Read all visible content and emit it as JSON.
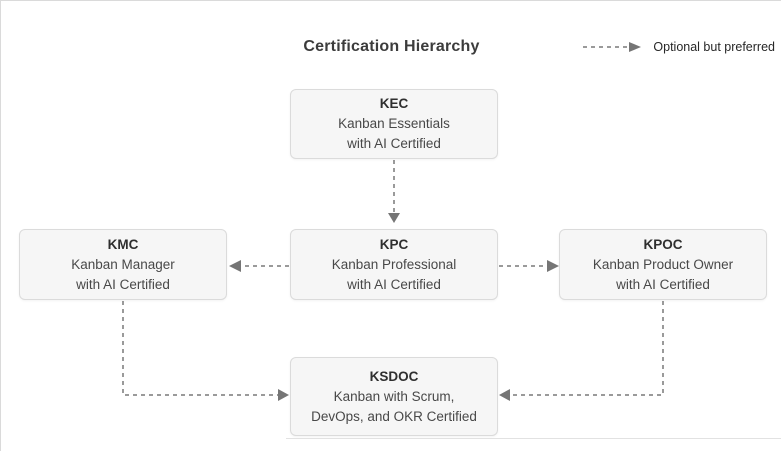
{
  "diagram": {
    "title": "Certification Hierarchy",
    "legend": {
      "label": "Optional but preferred",
      "line_style": "dashed-arrow"
    },
    "colors": {
      "box_fill": "#f6f6f6",
      "box_border": "#dbdbdb",
      "connector": "#9a9a9a",
      "arrowhead": "#757575",
      "title_text": "#3c3c3c",
      "body_text": "#484848"
    },
    "nodes": {
      "kec": {
        "code": "KEC",
        "desc": "Kanban Essentials\nwith AI Certified"
      },
      "kmc": {
        "code": "KMC",
        "desc": "Kanban Manager\nwith AI Certified"
      },
      "kpc": {
        "code": "KPC",
        "desc": "Kanban Professional\nwith AI Certified"
      },
      "kpoc": {
        "code": "KPOC",
        "desc": "Kanban Product Owner\nwith AI Certified"
      },
      "ksdoc": {
        "code": "KSDOC",
        "desc": "Kanban with Scrum,\nDevOps, and OKR Certified"
      }
    },
    "edges": [
      {
        "from": "KEC",
        "to": "KPC",
        "style": "optional-but-preferred"
      },
      {
        "from": "KPC",
        "to": "KMC",
        "style": "optional-but-preferred"
      },
      {
        "from": "KPC",
        "to": "KPOC",
        "style": "optional-but-preferred"
      },
      {
        "from": "KMC",
        "to": "KSDOC",
        "style": "optional-but-preferred"
      },
      {
        "from": "KPOC",
        "to": "KSDOC",
        "style": "optional-but-preferred"
      }
    ]
  }
}
